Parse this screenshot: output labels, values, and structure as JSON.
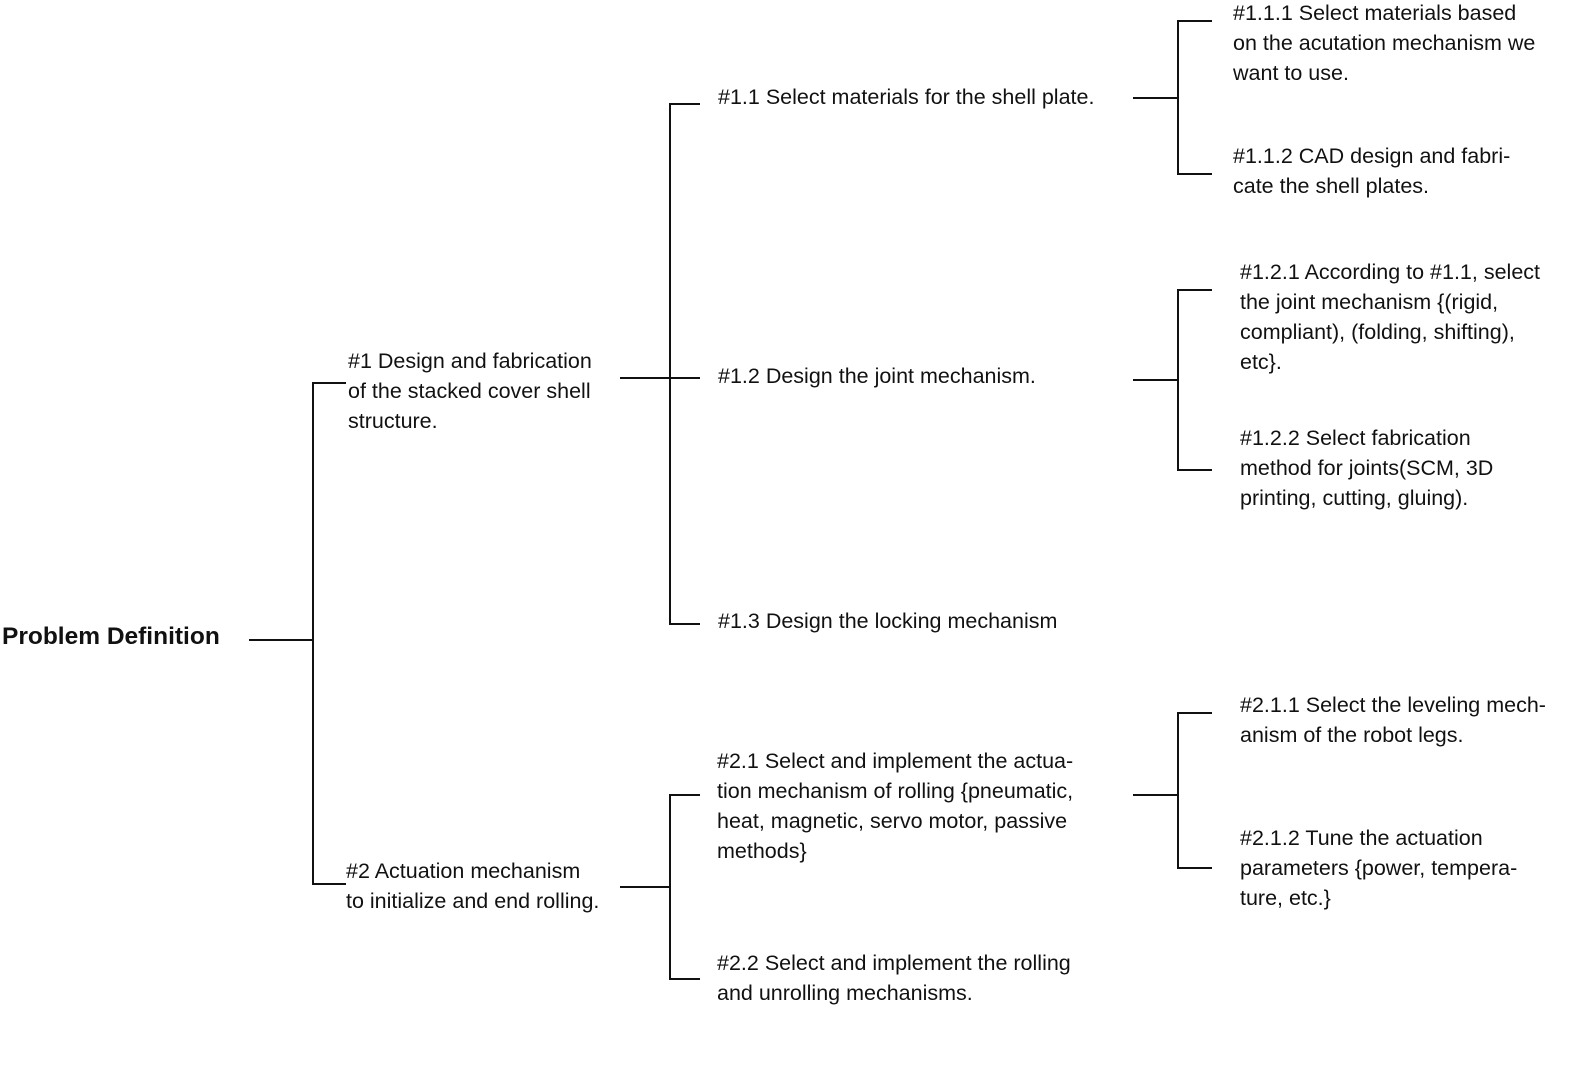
{
  "root": "Problem Definition",
  "level1": {
    "n1": "#1 Design and fabrication\nof the stacked cover shell\nstructure.",
    "n2": "#2 Actuation mechanism\nto initialize and end rolling."
  },
  "level2": {
    "n1_1": "#1.1 Select materials for the shell plate.",
    "n1_2": "#1.2 Design the joint mechanism.",
    "n1_3": "#1.3 Design the locking mechanism",
    "n2_1": "#2.1 Select and implement the actua-\ntion mechanism of rolling {pneumatic,\nheat, magnetic, servo motor, passive\nmethods}",
    "n2_2": "#2.2 Select and implement the rolling\nand unrolling mechanisms."
  },
  "level3": {
    "n1_1_1": "#1.1.1 Select materials based\non the acutation mechanism we\nwant to use.",
    "n1_1_2": "#1.1.2 CAD design and fabri-\ncate the shell plates.",
    "n1_2_1": "#1.2.1 According to #1.1, select\nthe joint mechanism {(rigid,\ncompliant), (folding, shifting),\netc}.",
    "n1_2_2": "#1.2.2 Select fabrication\nmethod for joints(SCM, 3D\nprinting, cutting, gluing).",
    "n2_1_1": "#2.1.1 Select the leveling mech-\nanism of the robot legs.",
    "n2_1_2": "#2.1.2 Tune the actuation\nparameters {power, tempera-\nture, etc.}"
  }
}
